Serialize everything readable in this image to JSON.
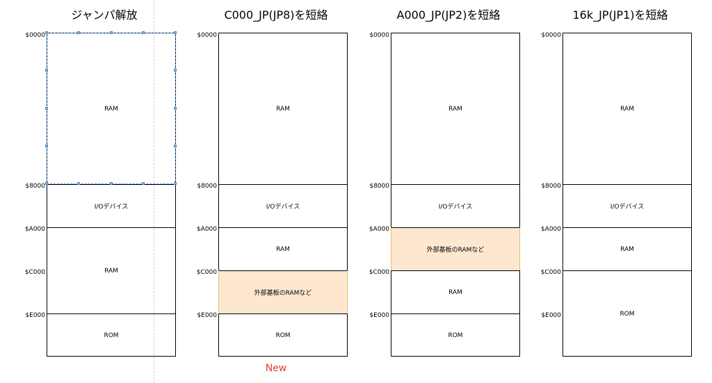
{
  "addresses": [
    "$0000",
    "$8000",
    "$A000",
    "$C000",
    "$E000"
  ],
  "columns": [
    {
      "title": "ジャンパ解放",
      "segments": [
        {
          "label": "RAM",
          "highlight": false
        },
        {
          "label": "I/Oデバイス",
          "highlight": false
        },
        {
          "label": "RAM",
          "highlight": false
        },
        {
          "label": "ROM",
          "highlight": false
        }
      ],
      "note": ""
    },
    {
      "title": "C000_JP(JP8)を短絡",
      "segments": [
        {
          "label": "RAM",
          "highlight": false
        },
        {
          "label": "I/Oデバイス",
          "highlight": false
        },
        {
          "label": "RAM",
          "highlight": false
        },
        {
          "label": "外部基板のRAMなど",
          "highlight": true
        },
        {
          "label": "ROM",
          "highlight": false
        }
      ],
      "note": "New"
    },
    {
      "title": "A000_JP(JP2)を短絡",
      "segments": [
        {
          "label": "RAM",
          "highlight": false
        },
        {
          "label": "I/Oデバイス",
          "highlight": false
        },
        {
          "label": "外部基板のRAMなど",
          "highlight": true
        },
        {
          "label": "RAM",
          "highlight": false
        },
        {
          "label": "ROM",
          "highlight": false
        }
      ],
      "note": ""
    },
    {
      "title": "16k_JP(JP1)を短絡",
      "segments": [
        {
          "label": "RAM",
          "highlight": false
        },
        {
          "label": "I/Oデバイス",
          "highlight": false
        },
        {
          "label": "RAM",
          "highlight": false
        },
        {
          "label": "ROM",
          "highlight": false
        }
      ],
      "note": ""
    }
  ],
  "colors": {
    "highlight_fill": "#fde7cf",
    "highlight_border": "#e7c070",
    "note_color": "#e03a3a",
    "selection_color": "#4f87c7"
  }
}
